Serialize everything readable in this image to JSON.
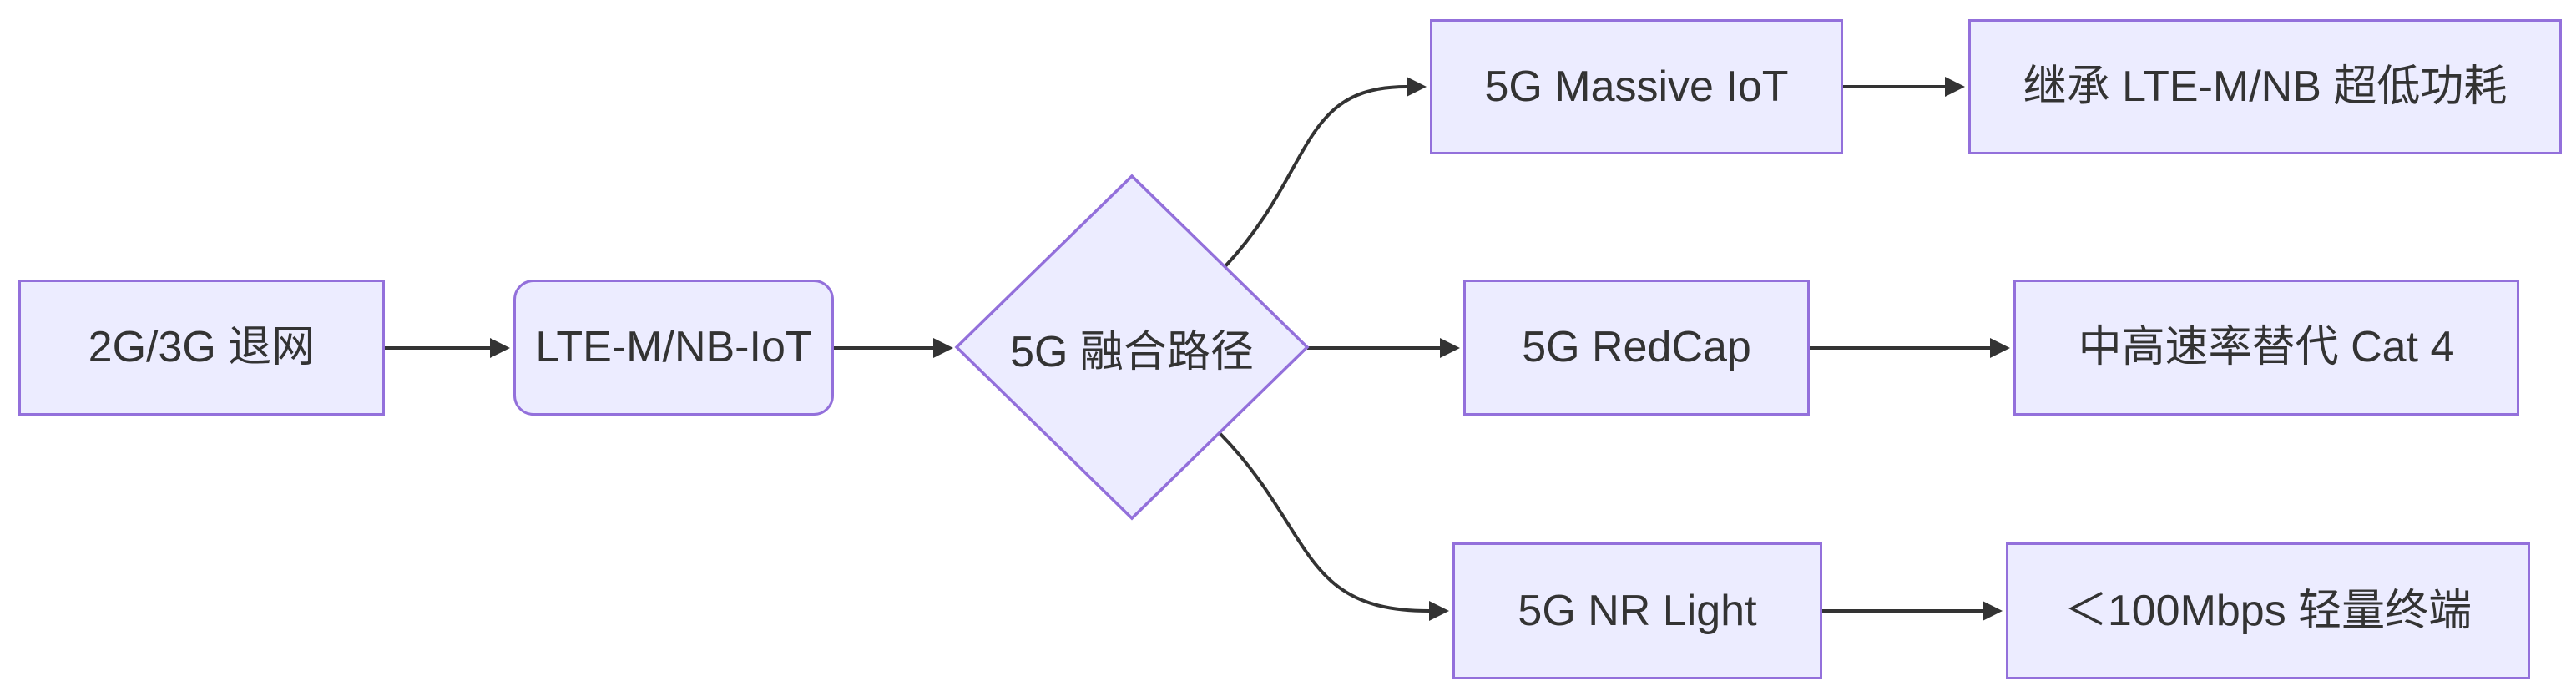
{
  "diagram": {
    "type": "flowchart",
    "direction": "left-to-right",
    "background_color": "#ffffff",
    "colors": {
      "node_fill": "#ECECFF",
      "node_border": "#9370DB",
      "edge_line": "#333333",
      "label_text": "#333333"
    },
    "nodes": [
      {
        "id": "A",
        "shape": "rectangle",
        "label": "2G/3G 退网"
      },
      {
        "id": "B",
        "shape": "rounded-rectangle",
        "label": "LTE-M/NB-IoT"
      },
      {
        "id": "C",
        "shape": "diamond",
        "label": "5G 融合路径"
      },
      {
        "id": "D",
        "shape": "rectangle",
        "label": "5G Massive IoT"
      },
      {
        "id": "E",
        "shape": "rectangle",
        "label": "继承 LTE-M/NB 超低功耗"
      },
      {
        "id": "F",
        "shape": "rectangle",
        "label": "5G RedCap"
      },
      {
        "id": "G",
        "shape": "rectangle",
        "label": "中高速率替代 Cat 4"
      },
      {
        "id": "H",
        "shape": "rectangle",
        "label": "5G NR Light"
      },
      {
        "id": "I",
        "shape": "rectangle",
        "label": "＜100Mbps 轻量终端"
      }
    ],
    "edges": [
      {
        "from": "2G/3G 退网",
        "to": "LTE-M/NB-IoT"
      },
      {
        "from": "LTE-M/NB-IoT",
        "to": "5G 融合路径"
      },
      {
        "from": "5G 融合路径",
        "to": "5G Massive IoT"
      },
      {
        "from": "5G 融合路径",
        "to": "5G RedCap"
      },
      {
        "from": "5G 融合路径",
        "to": "5G NR Light"
      },
      {
        "from": "5G Massive IoT",
        "to": "继承 LTE-M/NB 超低功耗"
      },
      {
        "from": "5G RedCap",
        "to": "中高速率替代 Cat 4"
      },
      {
        "from": "5G NR Light",
        "to": "＜100Mbps 轻量终端"
      }
    ]
  }
}
